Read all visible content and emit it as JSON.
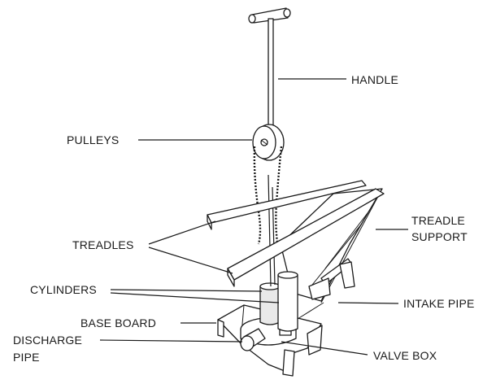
{
  "labels": {
    "handle": "HANDLE",
    "pulleys": "PULLEYS",
    "treadle_support_line1": "TREADLE",
    "treadle_support_line2": "SUPPORT",
    "treadles": "TREADLES",
    "cylinders": "CYLINDERS",
    "intake_pipe": "INTAKE PIPE",
    "base_board": "BASE BOARD",
    "discharge_pipe_line1": "DISCHARGE",
    "discharge_pipe_line2": "PIPE",
    "valve_box": "VALVE BOX"
  },
  "colors": {
    "ink": "#1a1a1a",
    "paper": "#ffffff",
    "shade": "#e9e9e9"
  }
}
